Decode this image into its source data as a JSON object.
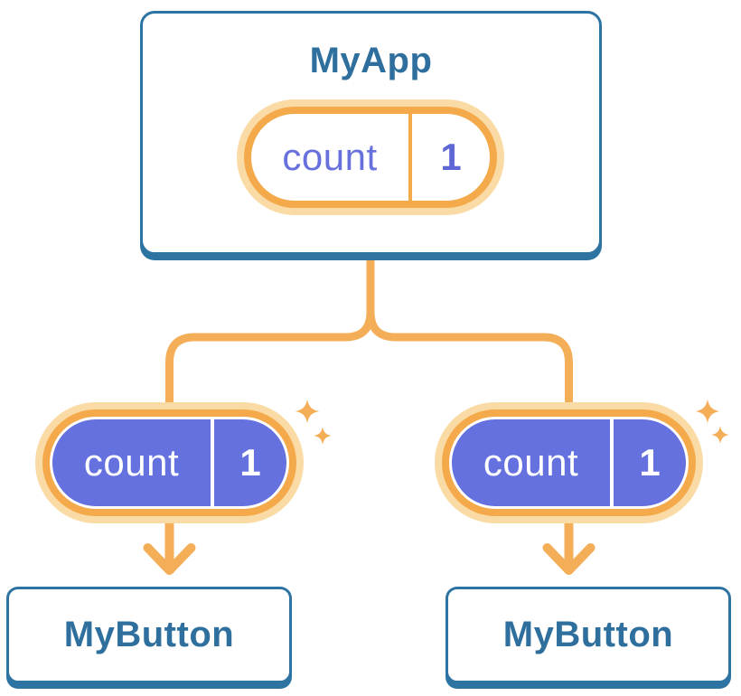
{
  "colors": {
    "card_border_blue": "#2e74a3",
    "title_blue": "#2e6f9e",
    "pill_purple": "#6671e0",
    "pill_label_purple": "#6770dc",
    "pill_value_purple": "#5f66d5",
    "orange": "#f4aa4b",
    "orange_light": "#fbdba5",
    "orange_line": "#f5ae58",
    "white": "#ffffff"
  },
  "tree": {
    "root": {
      "title": "MyApp",
      "state_pill": {
        "label": "count",
        "value": "1"
      }
    },
    "children": [
      {
        "title": "MyButton",
        "passed_pill": {
          "label": "count",
          "value": "1"
        }
      },
      {
        "title": "MyButton",
        "passed_pill": {
          "label": "count",
          "value": "1"
        }
      }
    ]
  }
}
